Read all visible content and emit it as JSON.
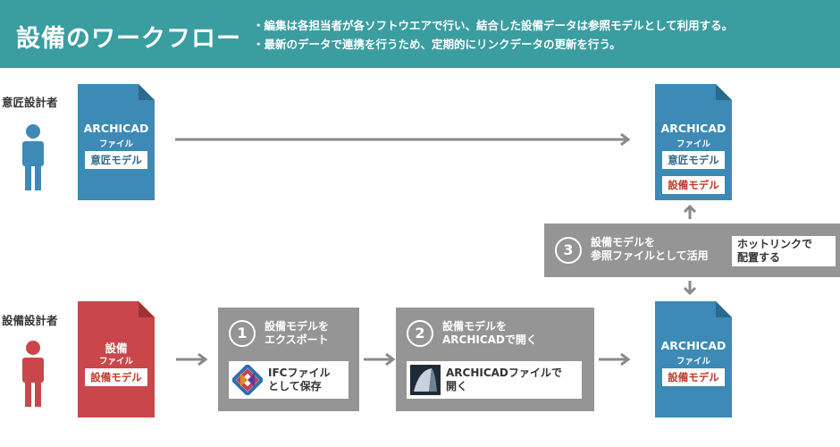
{
  "header": {
    "title": "設備のワークフロー",
    "note_1": "・編集は各担当者が各ソフトウエアで行い、結合した設備データは参照モデルとして利用する。",
    "note_2": "・最新のデータで連携を行うため、定期的にリンクデータの更新を行う。"
  },
  "roles": {
    "architect": "意匠設計者",
    "mep": "設備設計者"
  },
  "files": {
    "architect_source": {
      "title": "ARCHICAD",
      "sub": "ファイル",
      "tag": "意匠モデル"
    },
    "architect_target": {
      "title": "ARCHICAD",
      "sub": "ファイル",
      "tag_1": "意匠モデル",
      "tag_2": "設備モデル"
    },
    "mep_source": {
      "title": "設備",
      "sub": "ファイル",
      "tag": "設備モデル"
    },
    "mep_target": {
      "title": "ARCHICAD",
      "sub": "ファイル",
      "tag": "設備モデル"
    }
  },
  "steps": {
    "step1": {
      "number": "1",
      "line_1": "設備モデルを",
      "line_2": "エクスポート",
      "card_line_1": "IFCファイル",
      "card_line_2": "として保存",
      "icon": "ifc-logo-icon"
    },
    "step2": {
      "number": "2",
      "line_1": "設備モデルを",
      "line_2": "ARCHICADで開く",
      "card_line_1": "ARCHICADファイルで",
      "card_line_2": "開く",
      "icon": "archicad-logo-icon"
    },
    "step3": {
      "number": "3",
      "line_1": "設備モデルを",
      "line_2": "参照ファイルとして活用",
      "card_line_1": "ホットリンクで",
      "card_line_2": "配置する"
    }
  },
  "colors": {
    "header": "#3a9da0",
    "blue_file": "#3c8ab5",
    "red_file": "#c9474a",
    "gray_box": "#959595",
    "arrow": "#8a8a8a"
  }
}
